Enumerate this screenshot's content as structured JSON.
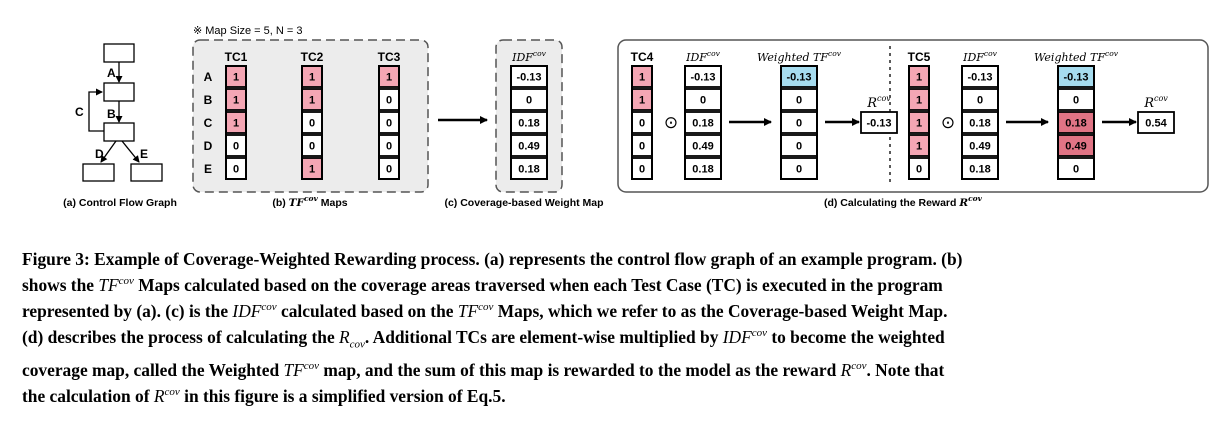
{
  "colors": {
    "pink": "#f4a6b4",
    "blue": "#a6dcef",
    "red": "#e07485",
    "panel_bg": "#ececec",
    "stroke": "#222222"
  },
  "note": "※ Map Size = 5, N = 3",
  "cfg": {
    "node_labels": [
      "A",
      "B",
      "C",
      "D",
      "E"
    ],
    "caption": "(a) Control Flow Graph"
  },
  "tf": {
    "columns": [
      "TC1",
      "TC2",
      "TC3"
    ],
    "row_labels": [
      "A",
      "B",
      "C",
      "D",
      "E"
    ],
    "values": [
      [
        "1",
        "1",
        "1",
        "0",
        "0"
      ],
      [
        "1",
        "1",
        "0",
        "0",
        "1"
      ],
      [
        "1",
        "0",
        "0",
        "0",
        "0"
      ]
    ],
    "caption_pre": "(b) ",
    "caption_math": "TF",
    "caption_sup": "cov",
    "caption_post": " Maps"
  },
  "idf": {
    "title": "IDF",
    "title_sup": "cov",
    "values": [
      "-0.13",
      "0",
      "0.18",
      "0.49",
      "0.18"
    ],
    "caption": "(c) Coverage-based Weight Map"
  },
  "reward": {
    "caption_pre": "(d) Calculating the Reward ",
    "caption_math": "R",
    "caption_sup": "cov",
    "idf_header": "IDF",
    "idf_header_sup": "cov",
    "weighted_header": "Weighted TF",
    "weighted_header_sup": "cov",
    "r_label": "R",
    "r_label_sup": "cov",
    "odot": "⊙",
    "tc4": {
      "name": "TC4",
      "coverage": [
        "1",
        "1",
        "0",
        "0",
        "0"
      ],
      "idf": [
        "-0.13",
        "0",
        "0.18",
        "0.49",
        "0.18"
      ],
      "weighted": [
        "-0.13",
        "0",
        "0",
        "0",
        "0"
      ],
      "reward": "-0.13"
    },
    "tc5": {
      "name": "TC5",
      "coverage": [
        "1",
        "1",
        "1",
        "1",
        "0"
      ],
      "idf": [
        "-0.13",
        "0",
        "0.18",
        "0.49",
        "0.18"
      ],
      "weighted": [
        "-0.13",
        "0",
        "0.18",
        "0.49",
        "0"
      ],
      "reward": "0.54"
    }
  },
  "caption": {
    "l1": "Figure 3: Example of Coverage-Weighted Rewarding process. (a) represents the control flow graph of an example program. (b)",
    "l2a": "shows the ",
    "l2m": "TF",
    "l2s": "cov",
    "l2b": " Maps calculated based on the coverage areas traversed when each Test Case (TC) is executed in the program",
    "l3a": "represented by (a). (c) is the ",
    "l3m": "IDF",
    "l3s": "cov",
    "l3b": " calculated based on the ",
    "l3m2": "TF",
    "l3s2": "cov",
    "l3c": " Maps, which we refer to as the Coverage-based Weight Map.",
    "l4a": "(d) describes the process of calculating the ",
    "l4m": "R",
    "l4s": "cov",
    "l4b": ". Additional TCs are element-wise multiplied by ",
    "l4m2": "IDF",
    "l4s2": "cov",
    "l4c": " to become the weighted",
    "l5a": "coverage map, called the Weighted ",
    "l5m": "TF",
    "l5s": "cov",
    "l5b": " map, and the sum of this map is rewarded to the model as the reward ",
    "l5m2": "R",
    "l5s2": "cov",
    "l5c": ". Note that",
    "l6a": "the calculation of ",
    "l6m": "R",
    "l6s": "cov",
    "l6b": " in this figure is a simplified version of Eq.5."
  }
}
